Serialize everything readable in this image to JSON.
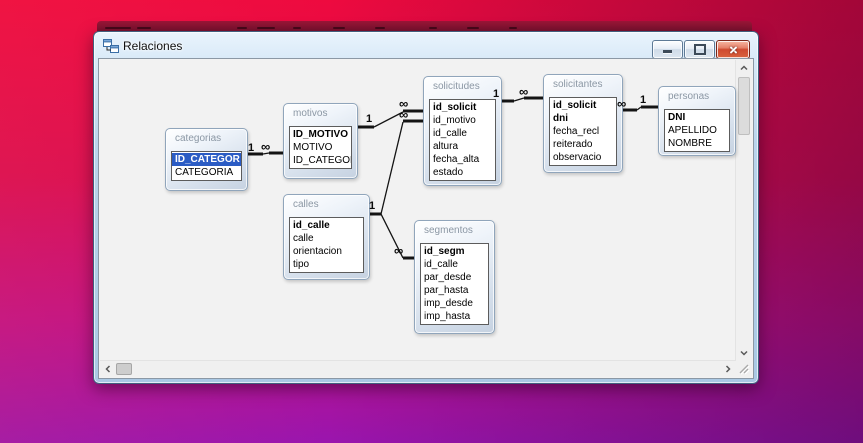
{
  "window": {
    "title": "Relaciones"
  },
  "tables": [
    {
      "name": "categorias",
      "fields": [
        {
          "name": "ID_CATEGOR",
          "primary_key": true,
          "selected": true
        },
        {
          "name": "CATEGORIA"
        }
      ]
    },
    {
      "name": "motivos",
      "fields": [
        {
          "name": "ID_MOTIVO",
          "primary_key": true
        },
        {
          "name": "MOTIVO"
        },
        {
          "name": "ID_CATEGOR"
        }
      ]
    },
    {
      "name": "calles",
      "fields": [
        {
          "name": "id_calle",
          "primary_key": true
        },
        {
          "name": "calle"
        },
        {
          "name": "orientacion"
        },
        {
          "name": "tipo"
        }
      ]
    },
    {
      "name": "solicitudes",
      "fields": [
        {
          "name": "id_solicit",
          "primary_key": true
        },
        {
          "name": "id_motivo"
        },
        {
          "name": "id_calle"
        },
        {
          "name": "altura"
        },
        {
          "name": "fecha_alta"
        },
        {
          "name": "estado"
        }
      ]
    },
    {
      "name": "segmentos",
      "fields": [
        {
          "name": "id_segm",
          "primary_key": true
        },
        {
          "name": "id_calle"
        },
        {
          "name": "par_desde"
        },
        {
          "name": "par_hasta"
        },
        {
          "name": "imp_desde"
        },
        {
          "name": "imp_hasta"
        }
      ]
    },
    {
      "name": "solicitantes",
      "fields": [
        {
          "name": "id_solicit",
          "primary_key": true
        },
        {
          "name": "dni",
          "primary_key": true
        },
        {
          "name": "fecha_recl"
        },
        {
          "name": "reiterado"
        },
        {
          "name": "observacio"
        }
      ]
    },
    {
      "name": "personas",
      "fields": [
        {
          "name": "DNI",
          "primary_key": true
        },
        {
          "name": "APELLIDO"
        },
        {
          "name": "NOMBRE"
        }
      ]
    }
  ],
  "relations": [
    {
      "from": "categorias",
      "to": "motivos",
      "from_label": "1",
      "to_label": "∞"
    },
    {
      "from": "motivos",
      "to": "solicitudes",
      "from_label": "1",
      "to_label": "∞"
    },
    {
      "from": "calles",
      "to": "solicitudes",
      "from_label": "1",
      "to_label": "∞"
    },
    {
      "from": "calles",
      "to": "segmentos",
      "from_label": "1",
      "to_label": "∞"
    },
    {
      "from": "solicitudes",
      "to": "solicitantes",
      "from_label": "1",
      "to_label": "∞"
    },
    {
      "from": "solicitantes",
      "to": "personas",
      "from_label": "∞",
      "to_label": "1"
    }
  ],
  "colors": {
    "selection_blue": "#2b5cc4",
    "close_button_red": "#cf4a30",
    "window_glass_blue": "#bad4ec",
    "canvas_gray": "#f2f2f2",
    "relationship_line": "#141414",
    "desktop_red": "#ee0a3f",
    "desktop_purple": "#9a15ae"
  },
  "icons": {
    "titlebar": "relationships-icon",
    "minimize": "minimize-icon",
    "maximize": "maximize-icon",
    "close": "close-icon",
    "scroll_up": "chevron-up-icon",
    "scroll_down": "chevron-down-icon",
    "scroll_left": "chevron-left-icon",
    "scroll_right": "chevron-right-icon",
    "resize": "resize-grip-icon"
  }
}
